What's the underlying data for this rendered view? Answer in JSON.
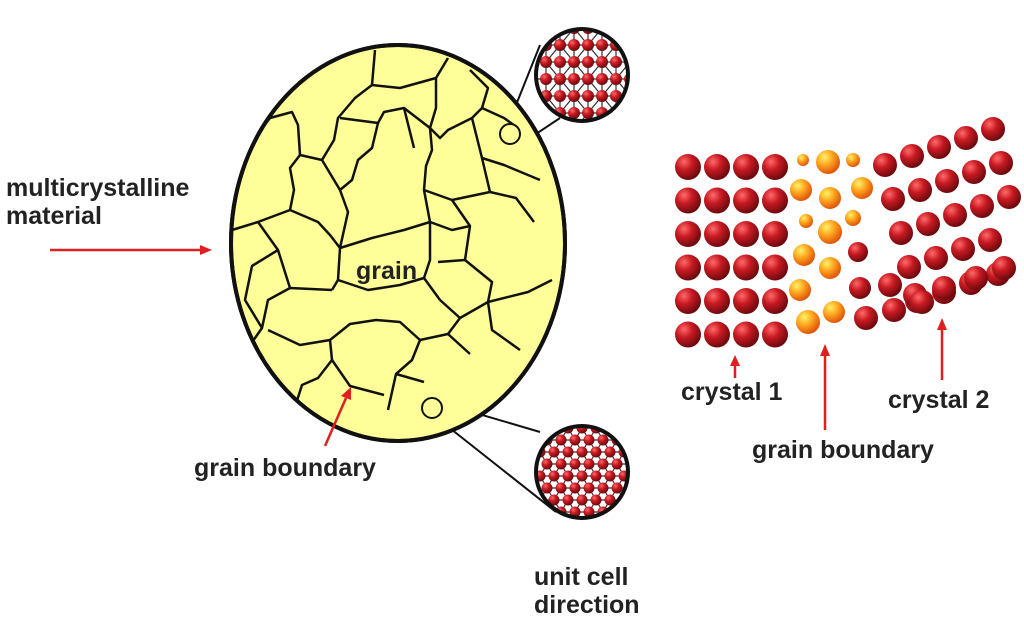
{
  "labels": {
    "multicrystalline": "multicrystalline\nmaterial",
    "grain": "grain",
    "grain_boundary_left": "grain boundary",
    "unit_cell_direction": "unit cell\ndirection",
    "crystal_1": "crystal 1",
    "crystal_2": "crystal 2",
    "grain_boundary_right": "grain boundary"
  },
  "colors": {
    "grain_fill": "#ffff99",
    "outline": "#111111",
    "arrow": "#e02020",
    "atom_red": "#b3121b",
    "atom_orange": "#ff9a1a",
    "text": "#222222"
  }
}
